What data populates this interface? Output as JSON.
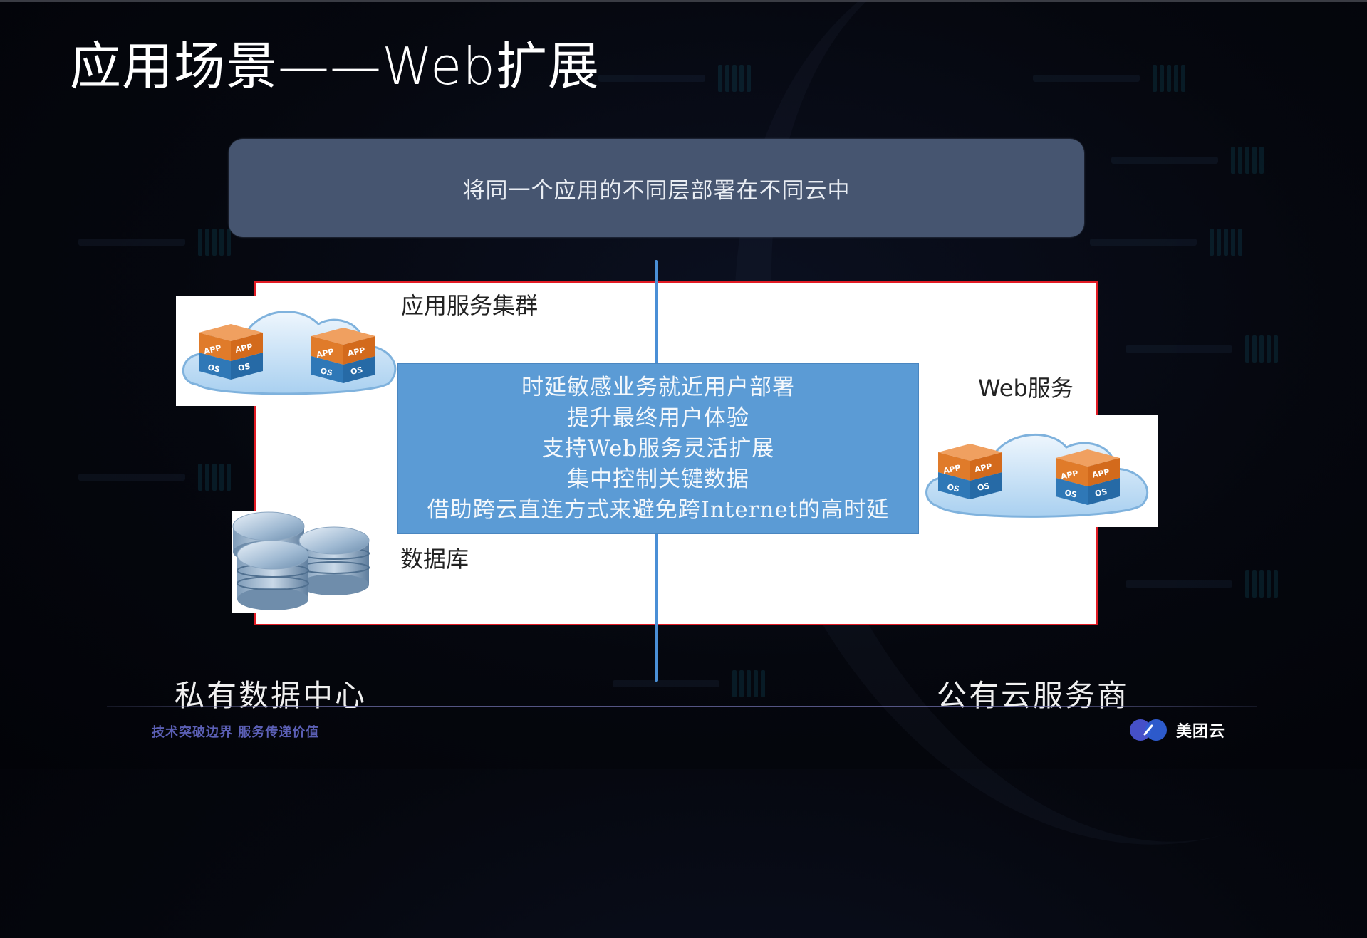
{
  "slide": {
    "title": "应用场景——Web扩展",
    "banner": "将同一个应用的不同层部署在不同云中",
    "diagram": {
      "app_cluster_label": "应用服务集群",
      "database_label": "数据库",
      "web_service_label": "Web服务",
      "vm_box_labels": {
        "app": "APP",
        "os": "OS"
      },
      "benefits": [
        "时延敏感业务就近用户部署",
        "提升最终用户体验",
        "支持Web服务灵活扩展",
        "集中控制关键数据",
        "借助跨云直连方式来避免跨Internet的高时延"
      ]
    },
    "left_zone_label": "私有数据中心",
    "right_zone_label": "公有云服务商",
    "footer": {
      "slogan": "技术突破边界 服务传递价值",
      "logo_text": "美团云"
    },
    "colors": {
      "banner": "#465570",
      "panel_border": "#e21b24",
      "benefits_box": "#5b9bd5",
      "divider_line": "#4a8fd6",
      "slogan": "#5b5fb5"
    }
  }
}
